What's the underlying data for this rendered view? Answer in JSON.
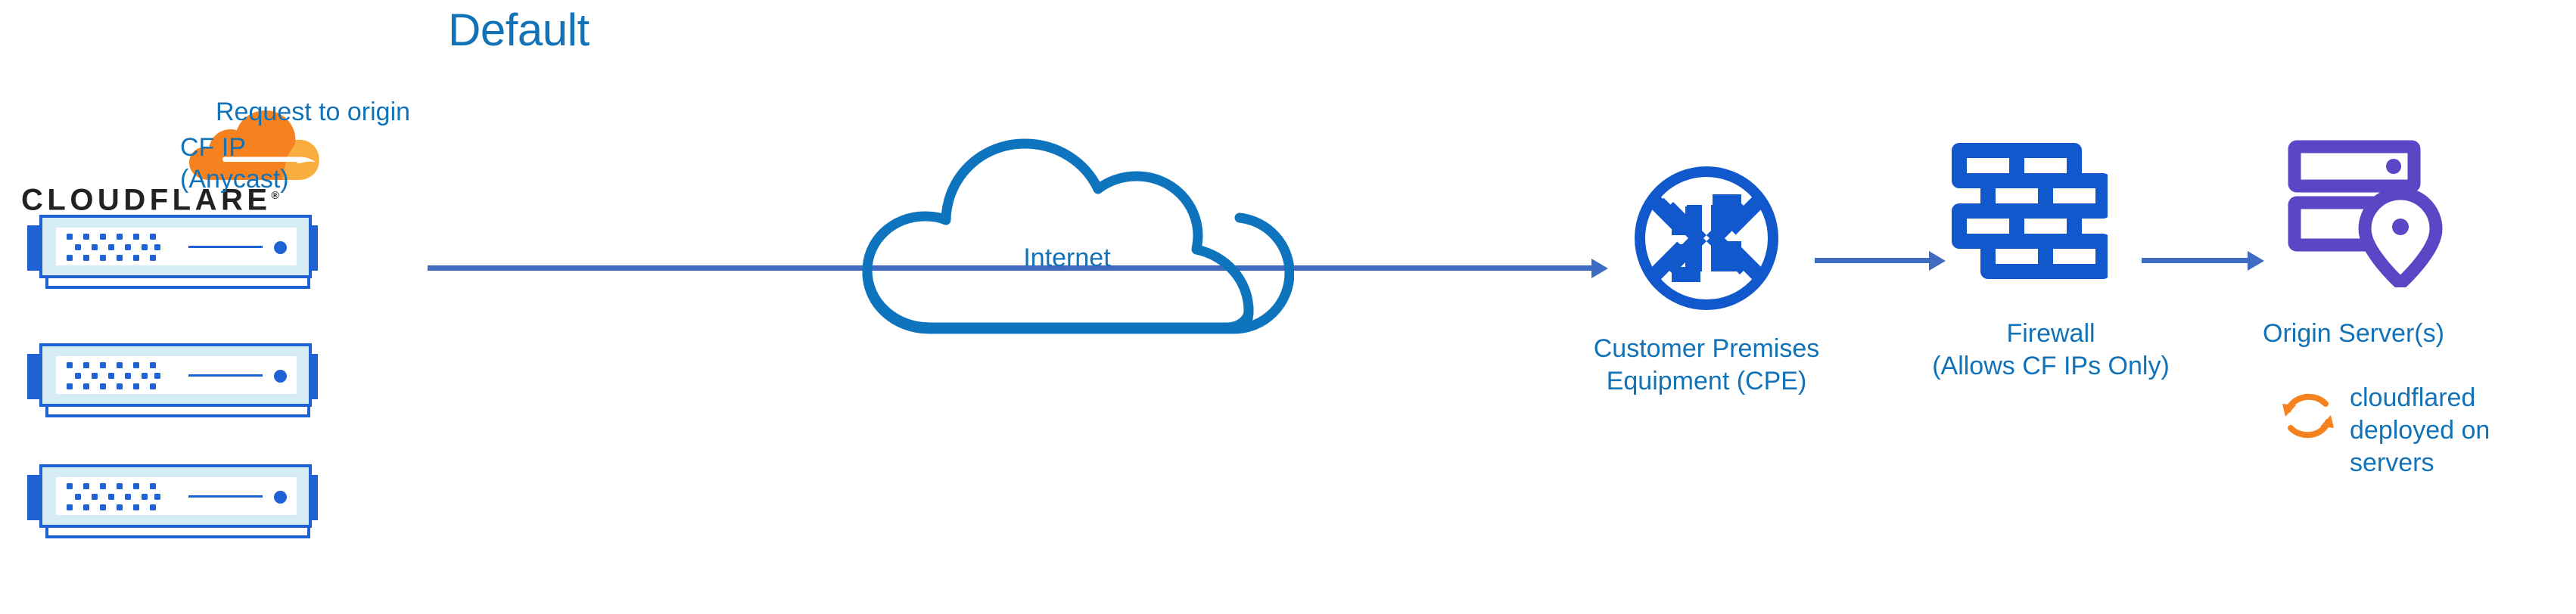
{
  "diagram": {
    "title": "Default",
    "colors": {
      "label_blue": "#1272b8",
      "icon_blue": "#1158cc",
      "arrow_blue": "#3f6cc0",
      "server_blue": "#1f62d4",
      "server_fill": "#d6edf6",
      "origin_purple": "#5b46c6",
      "cloudflare_orange": "#f6821f",
      "cloudflare_orange_light": "#faad3f",
      "wordmark_black": "#222222"
    }
  },
  "branding": {
    "wordmark": "CLOUDFLARE",
    "registered_mark": "®",
    "cloud_mark_name": "cloudflare-cloud-logo"
  },
  "left_stack": {
    "name": "cloudflare-edge-servers",
    "unit_count": 3,
    "units": [
      {
        "label": "cloudflare-edge-server-1"
      },
      {
        "label": "cloudflare-edge-server-2"
      },
      {
        "label": "cloudflare-edge-server-3"
      }
    ]
  },
  "flow": {
    "request_label": "Request to origin",
    "source_label": "CF IP\n(Anycast)",
    "arrows": [
      {
        "name": "arrow-origin-request",
        "from": "cloudflare-edge",
        "to": "customer-premises-equipment"
      },
      {
        "name": "arrow-cpe-to-firewall",
        "from": "customer-premises-equipment",
        "to": "firewall"
      },
      {
        "name": "arrow-firewall-to-origin",
        "from": "firewall",
        "to": "origin-server"
      }
    ]
  },
  "nodes": [
    {
      "id": "internet",
      "icon": "cloud-outline-icon",
      "label": "Internet"
    },
    {
      "id": "cpe",
      "icon": "router-four-arrows-icon",
      "label": "Customer Premises\nEquipment (CPE)"
    },
    {
      "id": "firewall",
      "icon": "brick-wall-icon",
      "label": "Firewall\n(Allows CF IPs Only)"
    },
    {
      "id": "origin",
      "icon": "server-rack-location-pin-icon",
      "label": "Origin Server(s)"
    }
  ],
  "annotations": [
    {
      "id": "cloudflared",
      "icon": "sync-arrows-icon",
      "label": "cloudflared\ndeployed on\nservers"
    }
  ]
}
